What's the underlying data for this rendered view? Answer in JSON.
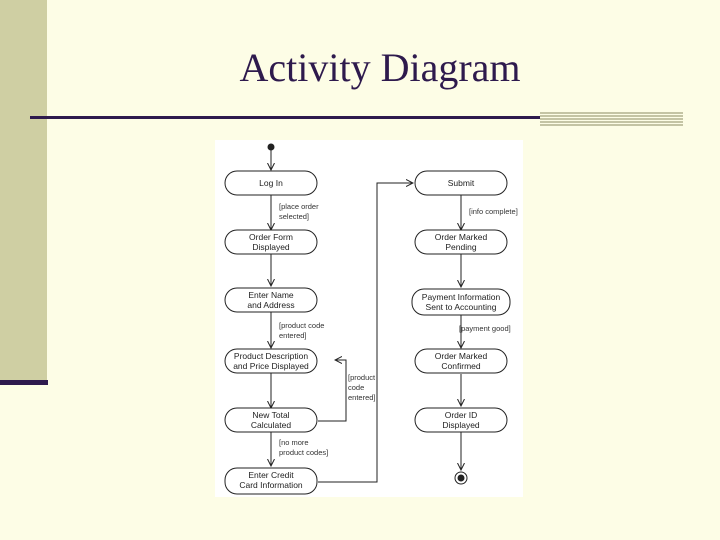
{
  "slide": {
    "title": "Activity Diagram"
  },
  "diagram": {
    "states": {
      "log_in": [
        "Log In"
      ],
      "order_form": [
        "Order Form",
        "Displayed"
      ],
      "enter_name": [
        "Enter Name",
        "and Address"
      ],
      "product_desc": [
        "Product Description",
        "and Price Displayed"
      ],
      "new_total": [
        "New Total",
        "Calculated"
      ],
      "enter_credit": [
        "Enter Credit",
        "Card Information"
      ],
      "submit": [
        "Submit"
      ],
      "order_pending": [
        "Order Marked",
        "Pending"
      ],
      "payment_info": [
        "Payment Information",
        "Sent to Accounting"
      ],
      "order_confirmed": [
        "Order Marked",
        "Confirmed"
      ],
      "order_id": [
        "Order ID",
        "Displayed"
      ]
    },
    "guards": {
      "place_order": [
        "[place order",
        "selected]"
      ],
      "product_code_entered": [
        "[product code",
        "entered]"
      ],
      "product_code_loop": [
        "[product",
        "code",
        "entered]"
      ],
      "no_more_codes": [
        "[no more",
        "product codes]"
      ],
      "info_complete": [
        "[info complete]"
      ],
      "payment_good": [
        "[payment good]"
      ]
    }
  }
}
